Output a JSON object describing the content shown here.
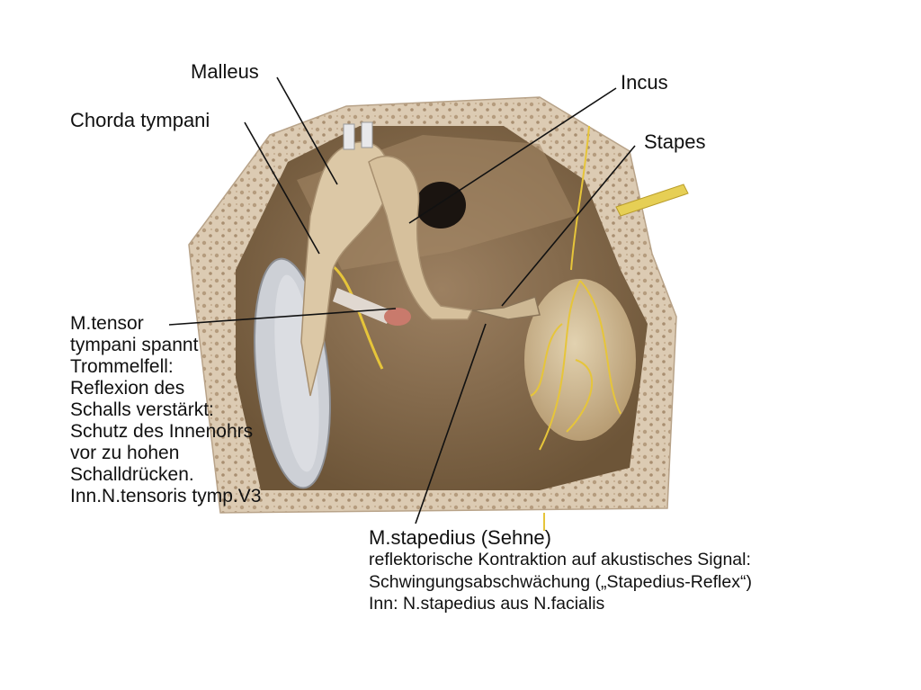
{
  "labels": {
    "malleus": "Malleus",
    "chorda_tympani": "Chorda tympani",
    "incus": "Incus",
    "stapes": "Stapes"
  },
  "tensor_note": {
    "lines": [
      "M.tensor",
      "tympani spannt",
      "Trommelfell:",
      "Reflexion des",
      "Schalls verstärkt:",
      "Schutz des Innenohrs",
      "vor zu hohen",
      "Schalldrücken.",
      "Inn.N.tensoris tymp.V3"
    ]
  },
  "stapedius_note": {
    "title": "M.stapedius (Sehne)",
    "lines": [
      "reflektorische Kontraktion auf akustisches Signal:",
      "Schwingungsabschwächung („Stapedius-Reflex“)",
      "Inn: N.stapedius aus N.facialis"
    ]
  },
  "colors": {
    "bone": "#d9c8b0",
    "cavity": "#8f7455",
    "ossicle": "#dcc8a6",
    "eardrum": "#c9ccd2",
    "nerve": "#e6c53a"
  }
}
